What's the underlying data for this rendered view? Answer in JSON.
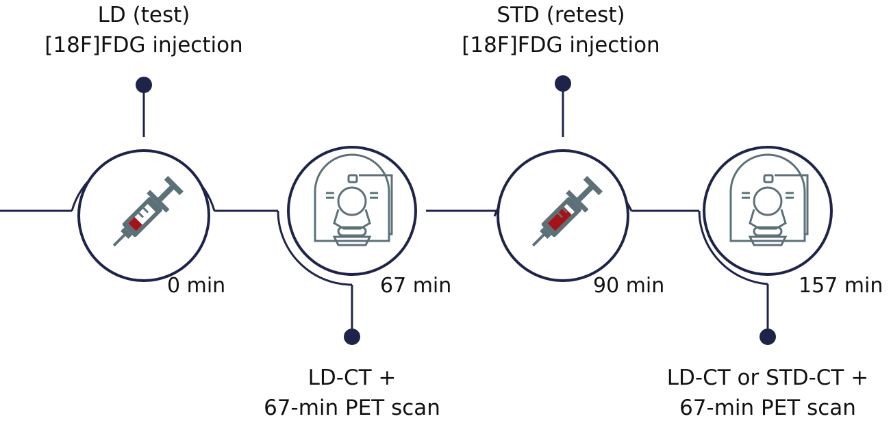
{
  "events": [
    {
      "line1": "LD (test)",
      "line2": "[18F]FDG injection",
      "time": "0 min",
      "icon": "syringe-icon"
    },
    {
      "line1": "LD-CT +",
      "line2": "67-min PET scan",
      "time": "67 min",
      "icon": "pet-ct-scanner-icon"
    },
    {
      "line1": "STD (retest)",
      "line2": "[18F]FDG injection",
      "time": "90 min",
      "icon": "syringe-icon"
    },
    {
      "line1": "LD-CT or STD-CT +",
      "line2": "67-min PET scan",
      "time": "157 min",
      "icon": "pet-ct-scanner-icon"
    }
  ],
  "colors": {
    "line": "#1e2449",
    "icon": "#5c7078",
    "dose": "#a31418"
  }
}
